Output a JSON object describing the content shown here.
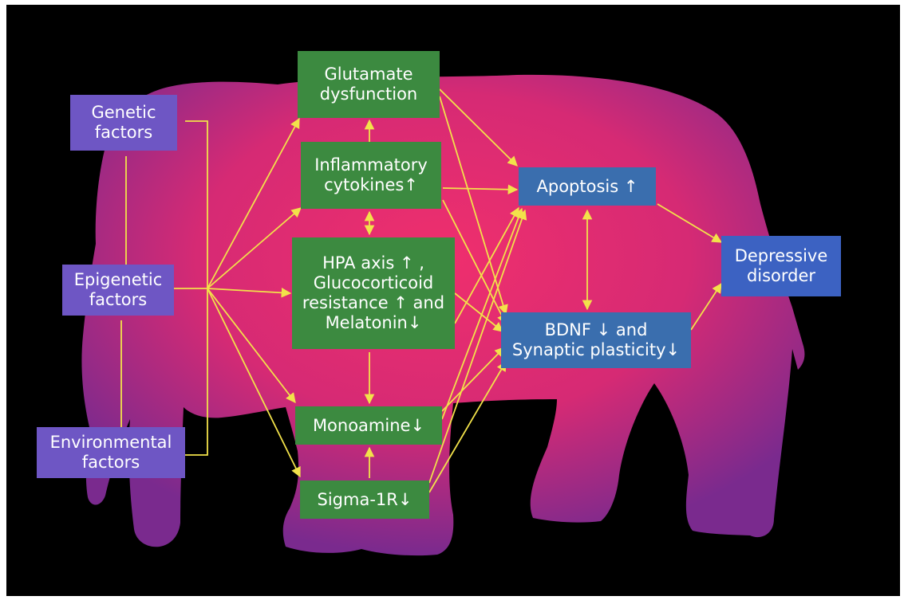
{
  "colors": {
    "background": "#000000",
    "elephant_center": "#ef2f6d",
    "elephant_edge": "#7a2a8e",
    "arrow": "#f2e24a",
    "factor_box": "#6e56c4",
    "mechanism_box": "#3c8a40",
    "outcome_box": "#3a6eae",
    "disorder_box": "#3c62c2"
  },
  "factors": {
    "genetic": "Genetic\nfactors",
    "epigenetic": "Epigenetic\nfactors",
    "environmental": "Environmental\nfactors"
  },
  "mechanisms": {
    "glutamate": "Glutamate\ndysfunction",
    "cytokines": "Inflammatory\ncytokines↑",
    "hpa": "HPA axis ↑  ,\nGlucocorticoid\nresistance ↑ and\nMelatonin↓",
    "monoamine": "Monoamine↓",
    "sigma": "Sigma-1R↓"
  },
  "outcomes": {
    "apoptosis": "Apoptosis ↑",
    "bdnf": "BDNF ↓ and\nSynaptic plasticity↓"
  },
  "result": {
    "depressive": "Depressive\ndisorder"
  }
}
